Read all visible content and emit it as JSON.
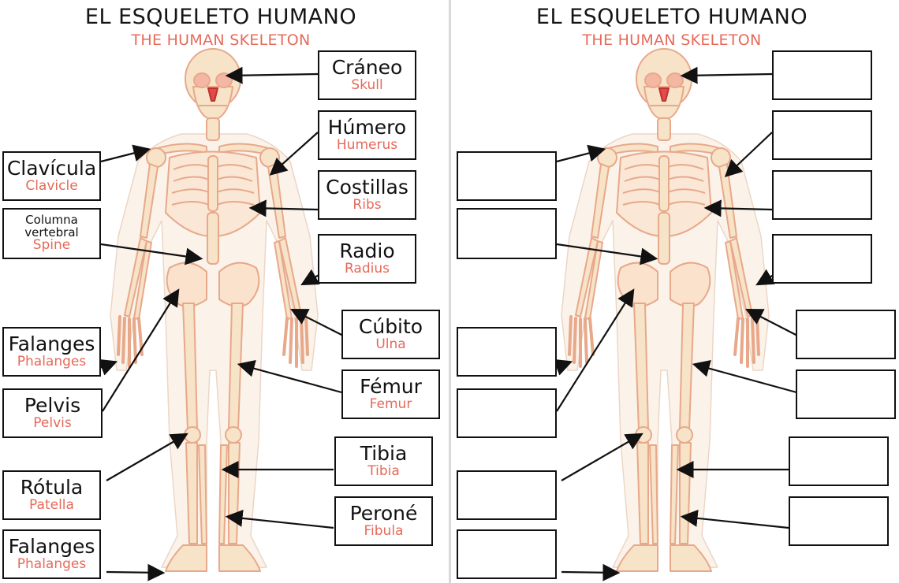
{
  "sheet": {
    "title": "EL ESQUELETO HUMANO",
    "subtitle": "THE HUMAN SKELETON"
  },
  "labels": {
    "craneo": {
      "es": "Cráneo",
      "en": "Skull"
    },
    "humero": {
      "es": "Húmero",
      "en": "Humerus"
    },
    "clavicula": {
      "es": "Clavícula",
      "en": "Clavicle"
    },
    "costillas": {
      "es": "Costillas",
      "en": "Ribs"
    },
    "columna": {
      "es_line1": "Columna",
      "es_line2": "vertebral",
      "en": "Spine"
    },
    "radio": {
      "es": "Radio",
      "en": "Radius"
    },
    "cubito": {
      "es": "Cúbito",
      "en": "Ulna"
    },
    "falanges_mano": {
      "es": "Falanges",
      "en": "Phalanges"
    },
    "femur": {
      "es": "Fémur",
      "en": "Femur"
    },
    "pelvis": {
      "es": "Pelvis",
      "en": "Pelvis"
    },
    "tibia": {
      "es": "Tibia",
      "en": "Tibia"
    },
    "rotula": {
      "es": "Rótula",
      "en": "Patella"
    },
    "perone": {
      "es": "Peroné",
      "en": "Fibula"
    },
    "falanges_pie": {
      "es": "Falanges",
      "en": "Phalanges"
    }
  },
  "colors": {
    "bone": "#f7e3c8",
    "bone_edge": "#e8a88a",
    "label_accent": "#e6695a",
    "skull_nose": "#e34a4a"
  }
}
